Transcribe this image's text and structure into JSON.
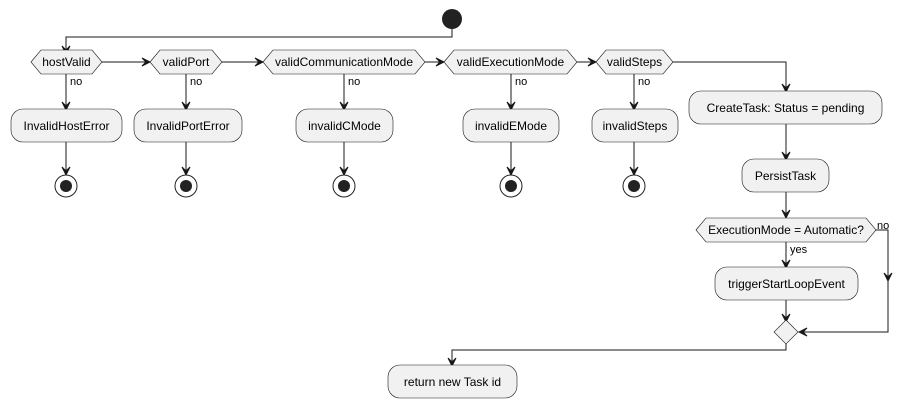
{
  "decisions": {
    "host_valid": "hostValid",
    "valid_port": "validPort",
    "valid_communication_mode": "validCommunicationMode",
    "valid_execution_mode": "validExecutionMode",
    "valid_steps": "validSteps",
    "execution_mode_automatic": "ExecutionMode = Automatic?"
  },
  "branch_labels": {
    "no": "no",
    "yes": "yes"
  },
  "activities": {
    "invalid_host_error": "InvalidHostError",
    "invalid_port_error": "InvalidPortError",
    "invalid_c_mode": "invalidCMode",
    "invalid_e_mode": "invalidEMode",
    "invalid_steps": "invalidSteps",
    "create_task": "CreateTask: Status = pending",
    "persist_task": "PersistTask",
    "trigger_start_loop_event": "triggerStartLoopEvent",
    "return_task_id": "return new Task id"
  },
  "colors": {
    "node_fill": "#F1F1F1",
    "stroke": "#181818",
    "start_node": "#222222"
  }
}
